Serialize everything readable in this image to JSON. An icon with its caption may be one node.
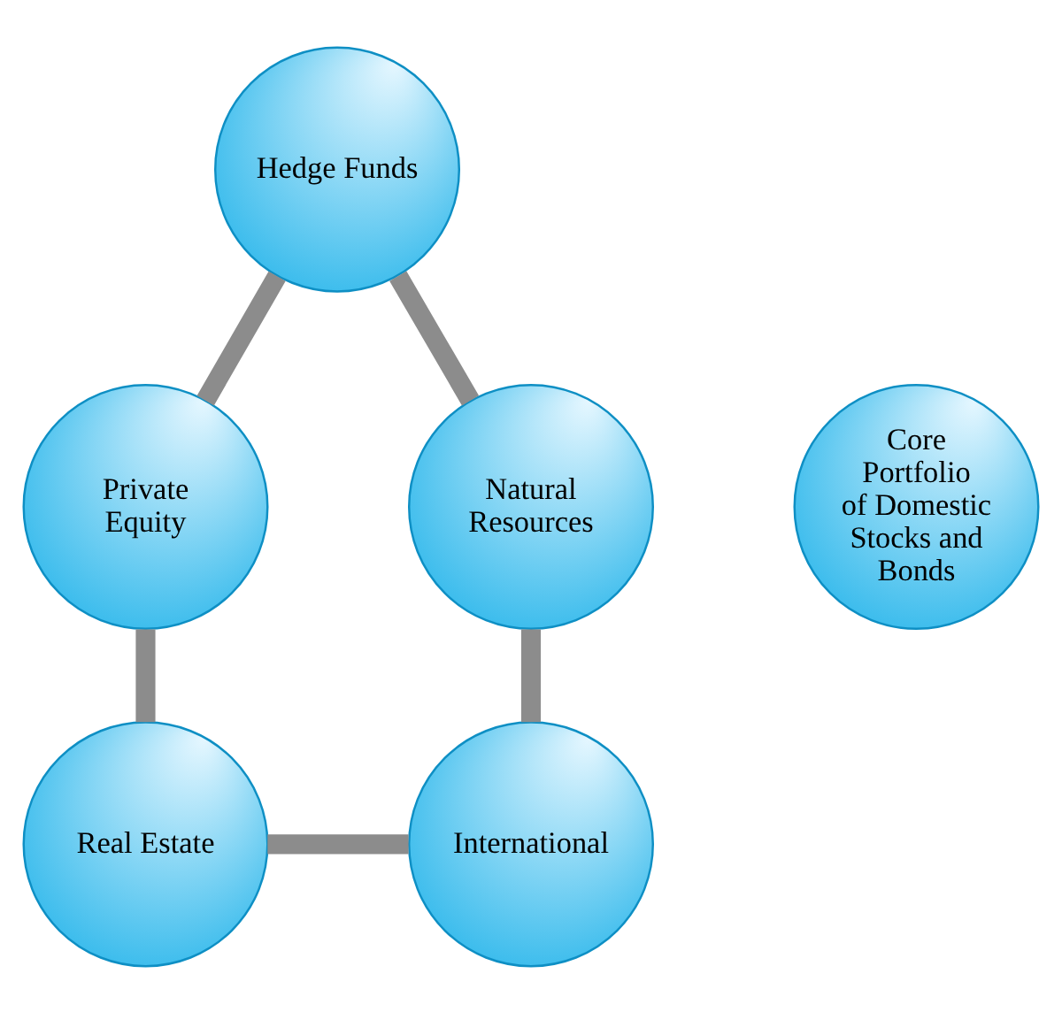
{
  "diagram": {
    "nodes": [
      {
        "text": [
          "Hedge Funds"
        ]
      },
      {
        "text": [
          "Private Equity"
        ]
      },
      {
        "text": [
          "Natural Resources"
        ]
      },
      {
        "text": [
          "Core Portfolio of Domestic Stocks and Bonds"
        ]
      },
      {
        "text": [
          "Real Estate"
        ]
      },
      {
        "text": [
          "International"
        ]
      }
    ],
    "edges": [
      {
        "from": 0,
        "to": 2,
        "arrow": "none"
      },
      {
        "from": 2,
        "to": 5,
        "arrow": "none"
      },
      {
        "from": 4,
        "to": 5,
        "arrow": "none"
      },
      {
        "from": 1,
        "to": 4,
        "arrow": "none"
      },
      {
        "from": 0,
        "to": 1,
        "arrow": "none"
      }
    ]
  }
}
